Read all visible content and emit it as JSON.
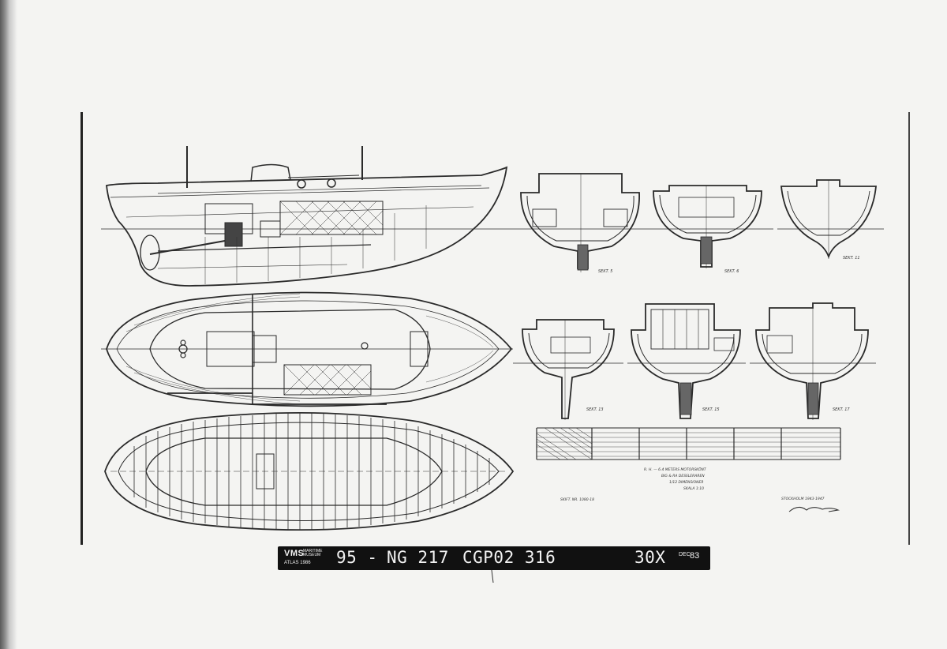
{
  "sheet": {
    "section_labels": [
      "SEKT. 5",
      "SEKT. 6",
      "SEKT. 11",
      "SEKT. 13",
      "SEKT. 15",
      "SEKT. 17"
    ],
    "notes": [
      "R. H. — 6.4 METERS MOTORSKÖNT",
      "BIG & RA DESSLERAREN",
      "1/12 DIMENSIONER",
      "SKALA 1:10"
    ],
    "scale_left_label": "SKIFT. NR. 1080-18",
    "signature_block": "STOCKHOLM 1943-1947"
  },
  "microfilm": {
    "logo": "VMS",
    "logo_small": "MARITIME MUSEUM",
    "logo_sub": "ATLAS 1986",
    "code_1": "95 -",
    "code_2": "NG 217",
    "code_3": "CGP02 316",
    "code_4": "30X",
    "date_small": "DEC",
    "date_year": "83"
  },
  "colors": {
    "paper": "#f4f4f2",
    "ink": "#2a2a2a",
    "strip": "#111111"
  }
}
